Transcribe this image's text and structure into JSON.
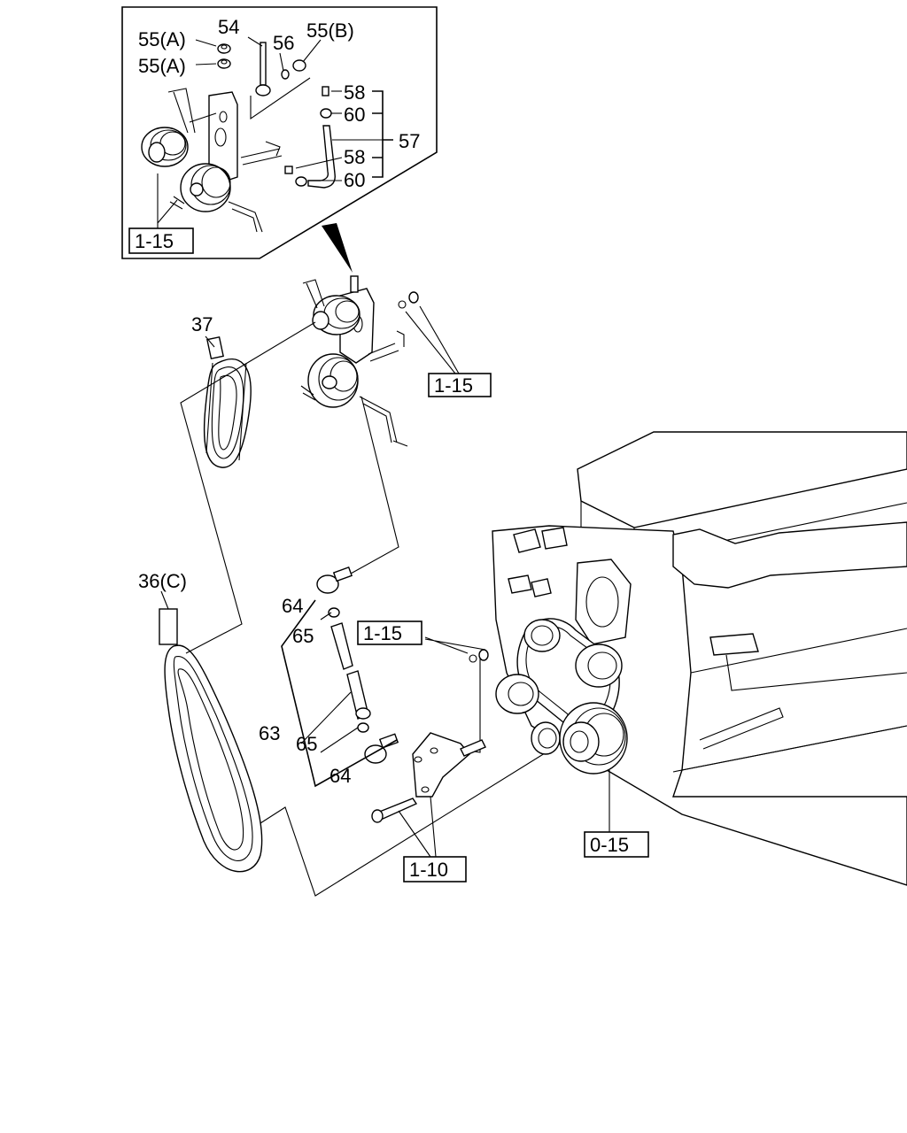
{
  "callouts": {
    "c_55a_1": "55(A)",
    "c_55a_2": "55(A)",
    "c_54": "54",
    "c_56": "56",
    "c_55b": "55(B)",
    "c_58_top": "58",
    "c_60_top": "60",
    "c_57": "57",
    "c_58_bottom": "58",
    "c_60_bottom": "60",
    "c_37": "37",
    "c_36c": "36(C)",
    "c_64_top": "64",
    "c_65_top": "65",
    "c_63": "63",
    "c_65_bottom": "65",
    "c_64_bottom": "64"
  },
  "refs": {
    "r_inset": "1-15",
    "r_tensioner": "1-15",
    "r_bracket": "1-15",
    "r_bolt": "1-10",
    "r_engine": "0-15"
  }
}
